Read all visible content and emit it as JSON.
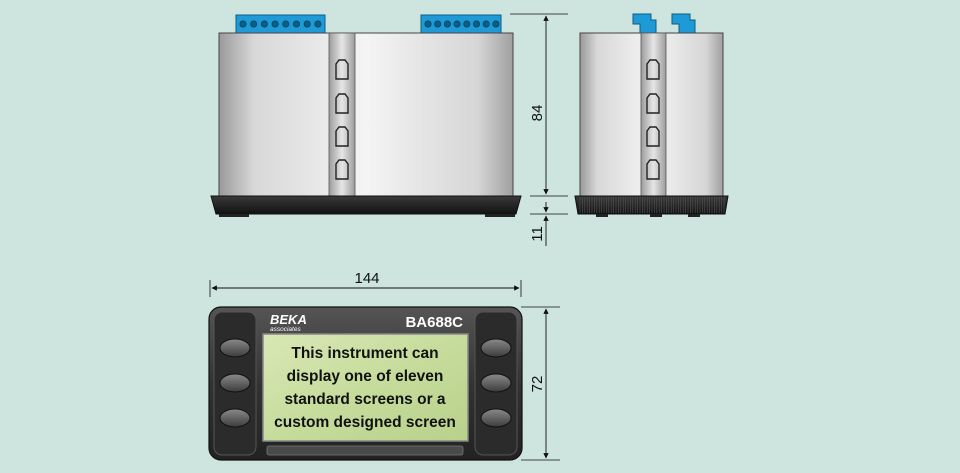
{
  "dimensions": {
    "height_label": "84",
    "bezel_label": "11",
    "width_label": "144",
    "front_height_label": "72"
  },
  "instrument": {
    "brand": "BEKA",
    "brand_sub": "associates",
    "model": "BA688C",
    "screen_lines": [
      "This instrument can",
      "display one of eleven",
      "standard screens or a",
      "custom designed screen"
    ]
  },
  "colors": {
    "background": "#cde4df",
    "terminal_blue": "#1e9bd7",
    "lcd_green": "#c8dda0",
    "bezel": "#3a3a3a"
  }
}
